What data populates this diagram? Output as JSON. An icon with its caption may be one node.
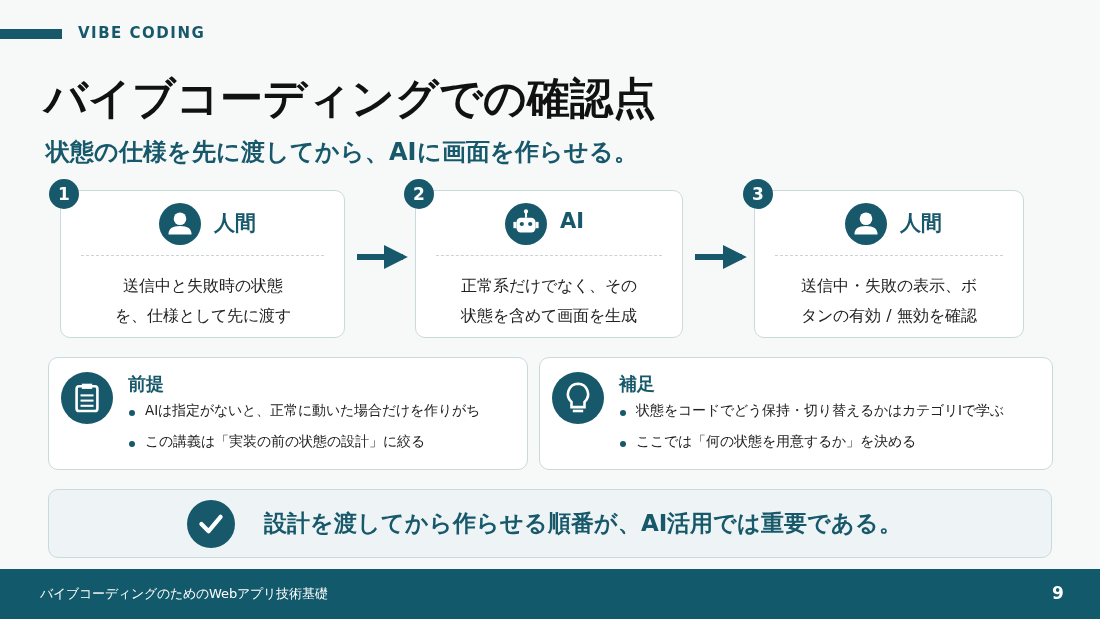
{
  "diagram": {
    "title": "バイブコーディングでの確認点",
    "nodes": [
      {
        "text": [
          "1",
          "人間",
          "送信中と失敗時の状態を、仕様として先に渡す"
        ]
      },
      {
        "text": [
          "2",
          "AI",
          "正常系だけでなく、その状態を含めて画面を生成"
        ]
      },
      {
        "text": [
          "3",
          "人間",
          "送信中・失敗の表示、ボタンの有効 / 無効を確認"
        ]
      },
      {
        "text": [
          "前提",
          "AIは指定がないと、正常に動いた場合だけを作りがち",
          "この講義は「実装の前の状態の設計」に絞る"
        ]
      },
      {
        "text": [
          "補足",
          "状態をコードでどう保持・切り替えるかはカテゴリIで学ぶ",
          "ここでは「何の状態を用意するか」を決める"
        ]
      },
      {
        "text": [
          "設計を渡してから作らせる順番が、AI活用では重要である。"
        ]
      }
    ],
    "edges": [
      {
        "from": 0,
        "to": 1,
        "arrow": "to"
      },
      {
        "from": 1,
        "to": 2,
        "arrow": "to"
      }
    ],
    "labels": [
      "VIBE CODING",
      "状態の仕様を先に渡してから、AIに画面を作らせる。",
      "バイブコーディングのためのWebアプリ技術基礎",
      "9"
    ]
  }
}
